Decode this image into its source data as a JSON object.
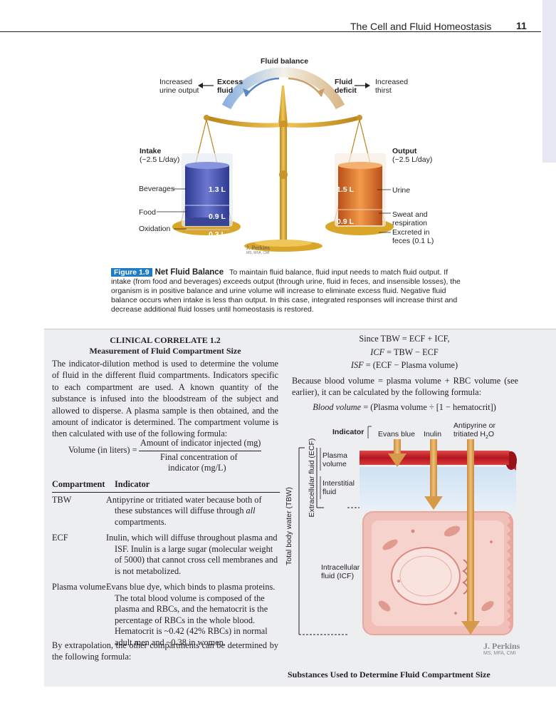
{
  "header": {
    "title": "The Cell and Fluid Homeostasis",
    "page_number": "11"
  },
  "figure19": {
    "fluid_balance": "Fluid balance",
    "excess_fluid": "Excess fluid",
    "increased_urine": "Increased urine output",
    "fluid_deficit": "Fluid deficit",
    "increased_thirst": "Increased thirst",
    "intake_title": "Intake",
    "intake_value": "(~2.5 L/day)",
    "output_title": "Output",
    "output_value": "(~2.5 L/day)",
    "beverages": "Beverages",
    "food": "Food",
    "oxidation": "Oxidation",
    "urine": "Urine",
    "sweat": "Sweat and respiration",
    "feces": "Excreted in feces (0.1 L)",
    "vol_bev": "1.3 L",
    "vol_food": "0.9 L",
    "vol_ox": "0.3 L",
    "vol_urine": "1.5 L",
    "vol_sweat": "0.9 L",
    "artist": "J. Perkins",
    "artist_cred": "MS, MFA, CMI",
    "badge": "Figure 1.9",
    "caption_title": "Net Fluid Balance",
    "caption_text": "To maintain fluid balance, fluid input needs to match fluid output. If intake (from food and beverages) exceeds output (through urine, fluid in feces, and insensible losses), the organism is in positive balance and urine volume will increase to eliminate excess fluid. Negative fluid balance occurs when intake is less than output. In this case, integrated responses will increase thirst and decrease additional fluid losses until homeostasis is restored."
  },
  "correlate": {
    "title1": "CLINICAL CORRELATE 1.2",
    "title2": "Measurement of Fluid Compartment Size",
    "intro": "The indicator-dilution method is used to determine the volume of fluid in the different fluid compartments. Indicators specific to each compartment are used. A known quantity of the substance is infused into the bloodstream of the subject and allowed to disperse. A plasma sample is then obtained, and the amount of indicator is determined. The compartment volume is then calculated with use of the following formula:",
    "formula_lhs": "Volume (in liters) =",
    "formula_num": "Amount of indicator injected (mg)",
    "formula_den1": "Final concentration of",
    "formula_den2": "indicator (mg/L)",
    "table_head": [
      "Compartment",
      "Indicator"
    ],
    "rows": [
      {
        "comp": "TBW",
        "ind_a": "Antipyrine or tritiated water because both of these substances will diffuse through ",
        "ind_em": "all",
        "ind_b": " compartments."
      },
      {
        "comp": "ECF",
        "ind_a": "Inulin, which will diffuse throughout plasma and ISF. Inulin is a large sugar (molecular weight of 5000) that cannot cross cell membranes and is not metabolized.",
        "ind_em": "",
        "ind_b": ""
      },
      {
        "comp": "Plasma volume",
        "ind_a": "Evans blue dye, which binds to plasma proteins. The total blood volume is composed of the plasma and RBCs, and the hematocrit is the percentage of RBCs in the whole blood. Hematocrit is ~0.42 (42% RBCs) in normal adult men and ~0.38 in women.",
        "ind_em": "",
        "ind_b": ""
      }
    ],
    "outro": "By extrapolation, the other compartments can be determined by the following formula:",
    "eq1": "Since TBW = ECF + ICF,",
    "eq2a": "ICF",
    "eq2b": " = TBW − ECF",
    "eq3a": "ISF",
    "eq3b": " = (ECF − Plasma volume)",
    "blood_para": "Because blood volume = plasma volume + RBC volume (see earlier), it can be calculated by the following formula:",
    "eq4a": "Blood volume",
    "eq4b": " = (Plasma volume ÷ [1 − hematocrit])"
  },
  "figure2": {
    "indicator": "Indicator",
    "evans": "Evans blue",
    "inulin": "Inulin",
    "antipyrine1": "Antipyrine or",
    "antipyrine2": "tritiated H",
    "antipyrine_sub": "2",
    "antipyrine3": "O",
    "ecf": "Extracellular fluid (ECF)",
    "tbw": "Total body water (TBW)",
    "plasma": "Plasma volume",
    "interstitial": "Interstitial fluid",
    "intracellular": "Intracellular fluid (ICF)",
    "artist": "J. Perkins",
    "artist_cred": "MS, MFA, CMI",
    "caption": "Substances Used to Determine Fluid Compartment Size"
  },
  "colors": {
    "badge": "#1f7bc3",
    "blue_beaker": "#4a55b0",
    "orange_beaker": "#e07a2a",
    "gold": "#d9a62a",
    "vessel": "#c8282e",
    "cell": "#f3c9c2",
    "panel": "#edeef0"
  }
}
